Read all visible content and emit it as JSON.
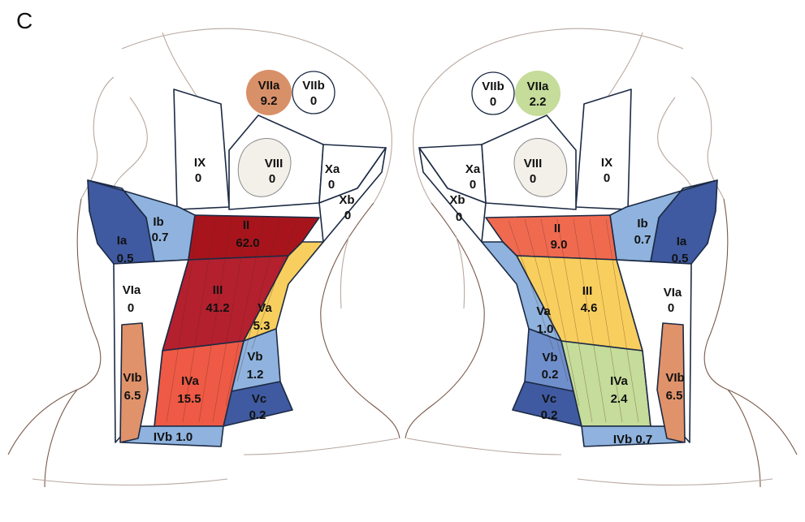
{
  "panel_label": "C",
  "colors": {
    "dark_red": "#a8141c",
    "crimson": "#b4202e",
    "red_orange": "#ee5a45",
    "orange_red": "#f06a50",
    "yellow": "#f8cf5e",
    "light_blue": "#8fb3de",
    "mid_blue": "#6f8fcc",
    "dark_blue": "#3f5aa0",
    "tan": "#e0926a",
    "light_green": "#c5dc9a",
    "white": "#ffffff"
  },
  "left": {
    "VIIa": {
      "name": "VIIa",
      "value": "9.2"
    },
    "VIIb": {
      "name": "VIIb",
      "value": "0"
    },
    "IX": {
      "name": "IX",
      "value": "0"
    },
    "VIII": {
      "name": "VIII",
      "value": "0"
    },
    "Xa": {
      "name": "Xa",
      "value": "0"
    },
    "Xb": {
      "name": "Xb",
      "value": "0"
    },
    "Ia": {
      "name": "Ia",
      "value": "0.5"
    },
    "Ib": {
      "name": "Ib",
      "value": "0.7"
    },
    "II": {
      "name": "II",
      "value": "62.0"
    },
    "III": {
      "name": "III",
      "value": "41.2"
    },
    "Va": {
      "name": "Va",
      "value": "5.3"
    },
    "Vb": {
      "name": "Vb",
      "value": "1.2"
    },
    "Vc": {
      "name": "Vc",
      "value": "0.2"
    },
    "VIa": {
      "name": "VIa",
      "value": "0"
    },
    "VIb": {
      "name": "VIb",
      "value": "6.5"
    },
    "IVa": {
      "name": "IVa",
      "value": "15.5"
    },
    "IVb": {
      "name": "IVb 1.0"
    }
  },
  "right": {
    "VIIa": {
      "name": "VIIa",
      "value": "2.2"
    },
    "VIIb": {
      "name": "VIIb",
      "value": "0"
    },
    "IX": {
      "name": "IX",
      "value": "0"
    },
    "VIII": {
      "name": "VIII",
      "value": "0"
    },
    "Xa": {
      "name": "Xa",
      "value": "0"
    },
    "Xb": {
      "name": "Xb",
      "value": "0"
    },
    "Ia": {
      "name": "Ia",
      "value": "0.5"
    },
    "Ib": {
      "name": "Ib",
      "value": "0.7"
    },
    "II": {
      "name": "II",
      "value": "9.0"
    },
    "III": {
      "name": "III",
      "value": "4.6"
    },
    "Va": {
      "name": "Va",
      "value": "1.0"
    },
    "Vb": {
      "name": "Vb",
      "value": "0.2"
    },
    "Vc": {
      "name": "Vc",
      "value": "0.2"
    },
    "VIa": {
      "name": "VIa",
      "value": "0"
    },
    "VIb": {
      "name": "VIb",
      "value": "6.5"
    },
    "IVa": {
      "name": "IVa",
      "value": "2.4"
    },
    "IVb": {
      "name": "IVb 0.7"
    }
  }
}
